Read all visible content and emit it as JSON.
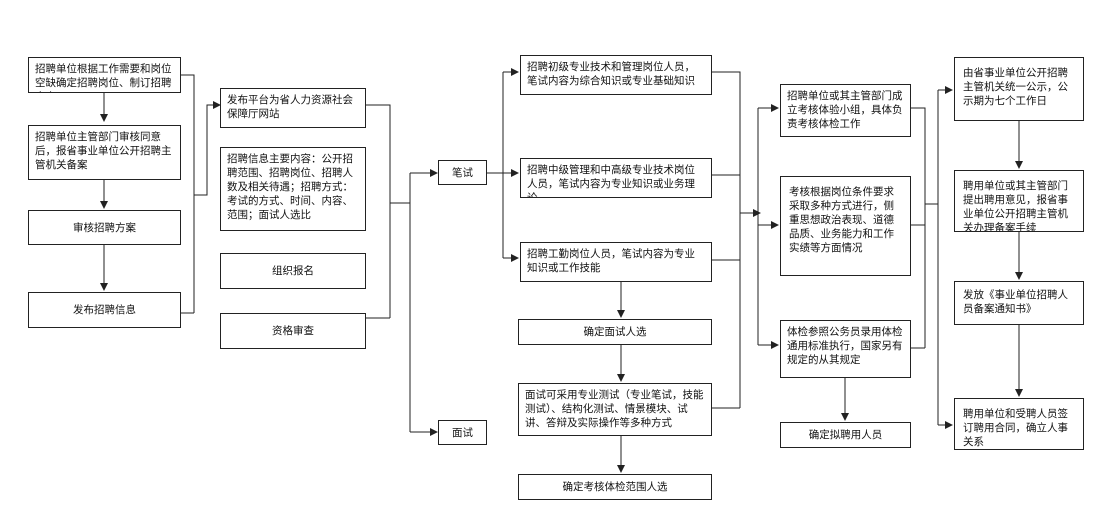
{
  "col1": {
    "plan": "招聘单位根据工作需要和岗位空缺确定招聘岗位、制订招聘方案",
    "approve": "招聘单位主管部门审核同意后，报省事业单位公开招聘主管机关备案",
    "review": "审核招聘方案",
    "publish": "发布招聘信息"
  },
  "col2": {
    "platform": "发布平台为省人力资源社会保障厅网站",
    "content": "招聘信息主要内容：公开招聘范围、招聘岗位、招聘人数及相关待遇；招聘方式：考试的方式、时间、内容、范围；面试人选比",
    "register": "组织报名",
    "qualify": "资格审查"
  },
  "col3": {
    "written": "笔试",
    "interview": "面试"
  },
  "col4": {
    "junior": "招聘初级专业技术和管理岗位人员，笔试内容为综合知识或专业基础知识",
    "senior": "招聘中级管理和中高级专业技术岗位人员，笔试内容为专业知识或业务理论",
    "worker": "招聘工勤岗位人员，笔试内容为专业知识或工作技能",
    "confirm_interview": "确定面试人选",
    "interview_methods": "面试可采用专业测试（专业笔试，技能测试）、结构化测试、情景模块、试讲、答辩及实际操作等多种方式",
    "confirm_scope": "确定考核体检范围人选"
  },
  "col5": {
    "team": "招聘单位或其主管部门成立考核体验小组，具体负责考核体检工作",
    "assess": "考核根据岗位条件要求采取多种方式进行，侧重思想政治表现、道德品质、业务能力和工作实绩等方面情况",
    "medical": "体检参照公务员录用体检通用标准执行，国家另有规定的从其规定",
    "confirm_hire": "确定拟聘用人员"
  },
  "col6": {
    "publicity": "由省事业单位公开招聘主管机关统一公示，公示期为七个工作日",
    "opinion": "聘用单位或其主管部门提出聘用意见，报省事业单位公开招聘主管机关办理备案手续",
    "notice": "发放《事业单位招聘人员备案通知书》",
    "contract": "聘用单位和受聘人员签订聘用合同，确立人事关系"
  }
}
